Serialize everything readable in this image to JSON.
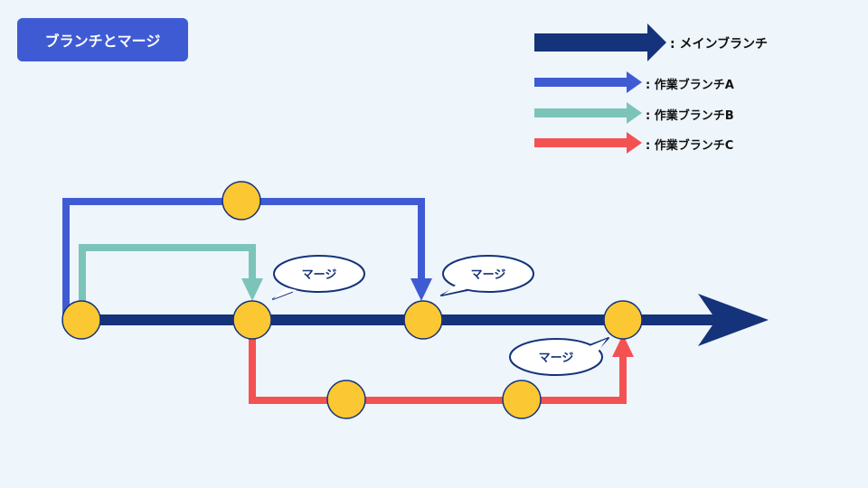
{
  "title": "ブランチとマージ",
  "legend": {
    "main": ": メインブランチ",
    "a": ": 作業ブランチA",
    "b": ": 作業ブランチB",
    "c": ": 作業ブランチC"
  },
  "merge_labels": [
    "マージ",
    "マージ",
    "マージ"
  ],
  "colors": {
    "main": "#14337a",
    "branch_a": "#3f5bd4",
    "branch_b": "#7cc4ba",
    "branch_c": "#f45252",
    "node": "#fbc733",
    "badge": "#3f5bd4",
    "background": "#eef5fb"
  }
}
